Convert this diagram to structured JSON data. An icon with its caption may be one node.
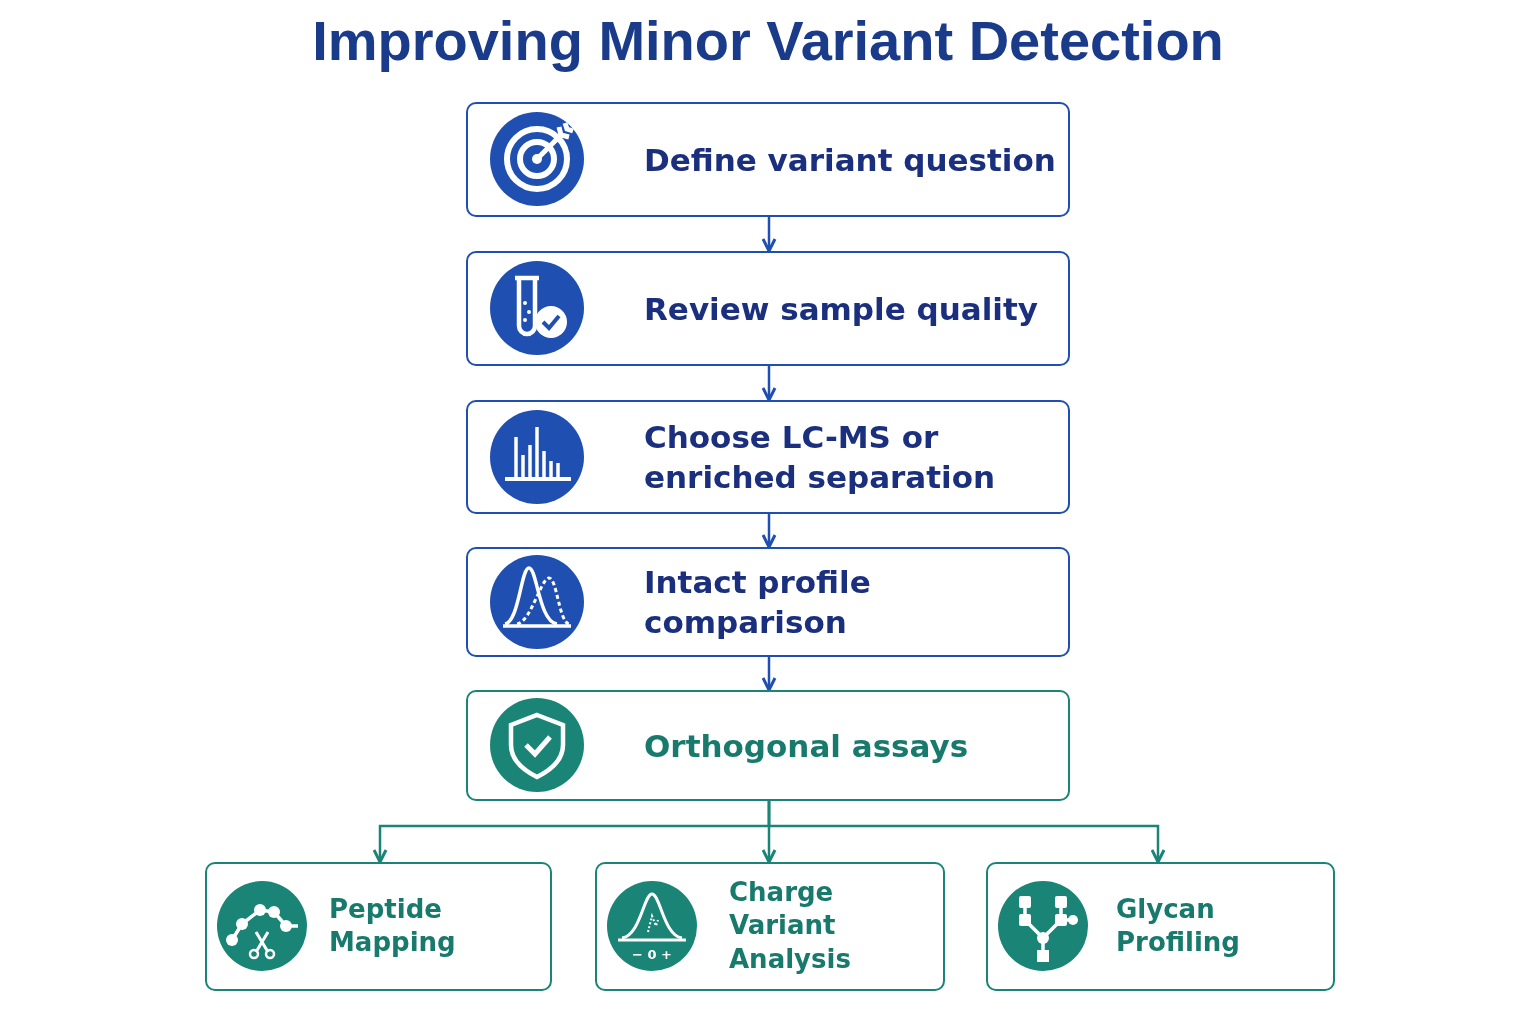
{
  "diagram": {
    "title": "Improving Minor Variant Detection",
    "nodes": [
      {
        "text": [
          "Define variant question"
        ]
      },
      {
        "text": [
          "Review sample quality"
        ]
      },
      {
        "text": [
          "Choose LC-MS or enriched separation"
        ]
      },
      {
        "text": [
          "Intact profile comparison"
        ]
      },
      {
        "text": [
          "Orthogonal assays"
        ]
      },
      {
        "text": [
          "Peptide Mapping"
        ]
      },
      {
        "text": [
          "Charge Variant Analysis"
        ]
      },
      {
        "text": [
          "Glycan Profiling"
        ]
      }
    ],
    "edges": [
      {
        "from": 0,
        "to": 1,
        "arrow": "to"
      },
      {
        "from": 1,
        "to": 2,
        "arrow": "to"
      },
      {
        "from": 2,
        "to": 3,
        "arrow": "to"
      },
      {
        "from": 3,
        "to": 4,
        "arrow": "to"
      },
      {
        "from": 4,
        "to": 5,
        "arrow": "to",
        "color": "#1a8577"
      },
      {
        "from": 4,
        "to": 6,
        "arrow": "to",
        "color": "#1a8577"
      },
      {
        "from": 4,
        "to": 7,
        "arrow": "to",
        "color": "#1a8577"
      }
    ],
    "labels": [
      "− 0 +"
    ]
  }
}
